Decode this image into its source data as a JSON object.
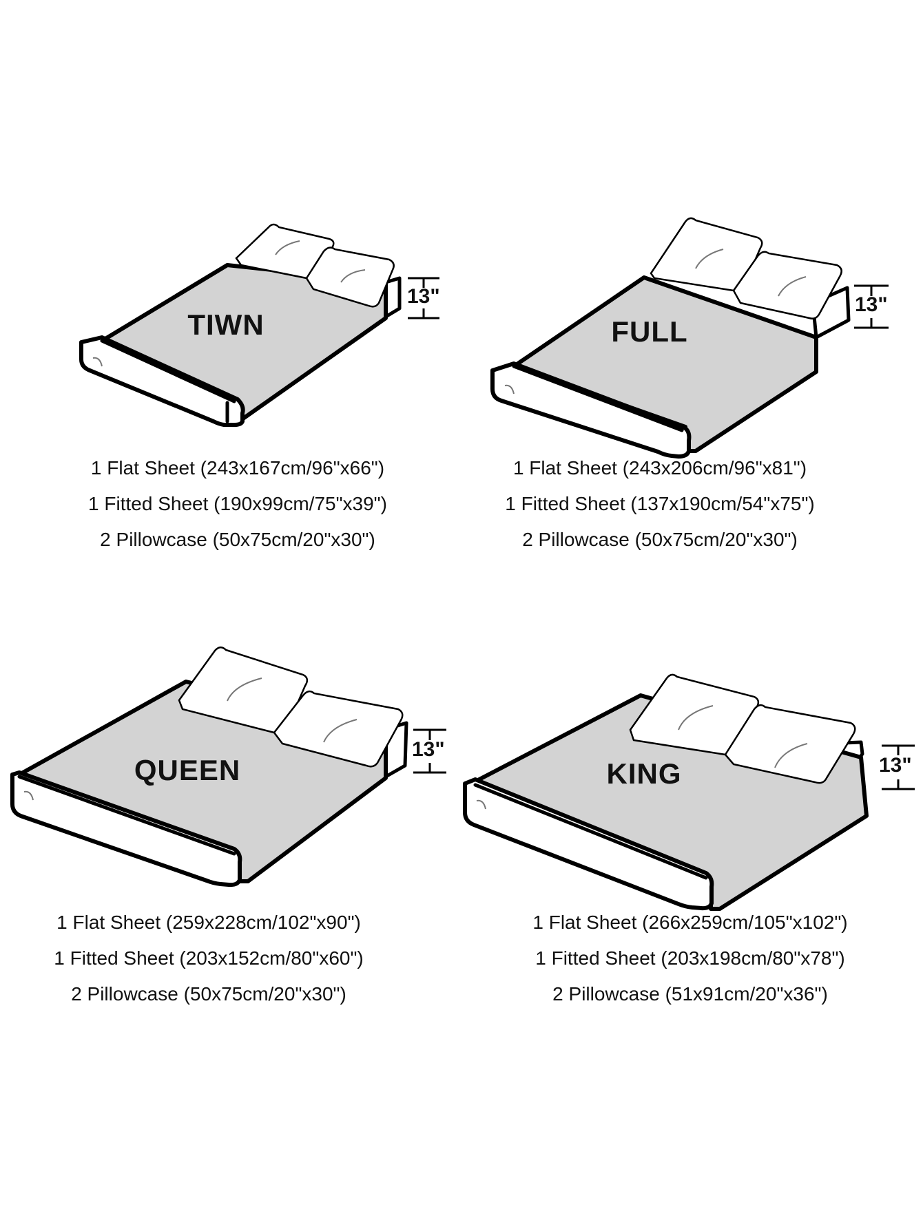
{
  "colors": {
    "sheet": "#d3d3d3",
    "outline": "#000000",
    "mattress": "#ffffff",
    "text": "#111111"
  },
  "beds": [
    {
      "name": "TIWN",
      "height_label": "13\"",
      "specs": [
        "1 Flat Sheet (243x167cm/96\"x66\")",
        "1 Fitted Sheet (190x99cm/75\"x39\")",
        "2 Pillowcase (50x75cm/20\"x30\")"
      ]
    },
    {
      "name": "FULL",
      "height_label": "13\"",
      "specs": [
        "1 Flat Sheet (243x206cm/96\"x81\")",
        "1 Fitted Sheet (137x190cm/54\"x75\")",
        "2 Pillowcase (50x75cm/20\"x30\")"
      ]
    },
    {
      "name": "QUEEN",
      "height_label": "13\"",
      "specs": [
        "1 Flat Sheet (259x228cm/102\"x90\")",
        "1 Fitted Sheet (203x152cm/80\"x60\")",
        "2 Pillowcase (50x75cm/20\"x30\")"
      ]
    },
    {
      "name": "KING",
      "height_label": "13\"",
      "specs": [
        "1 Flat Sheet (266x259cm/105\"x102\")",
        "1 Fitted Sheet (203x198cm/80\"x78\")",
        "2 Pillowcase (51x91cm/20\"x36\")"
      ]
    }
  ]
}
